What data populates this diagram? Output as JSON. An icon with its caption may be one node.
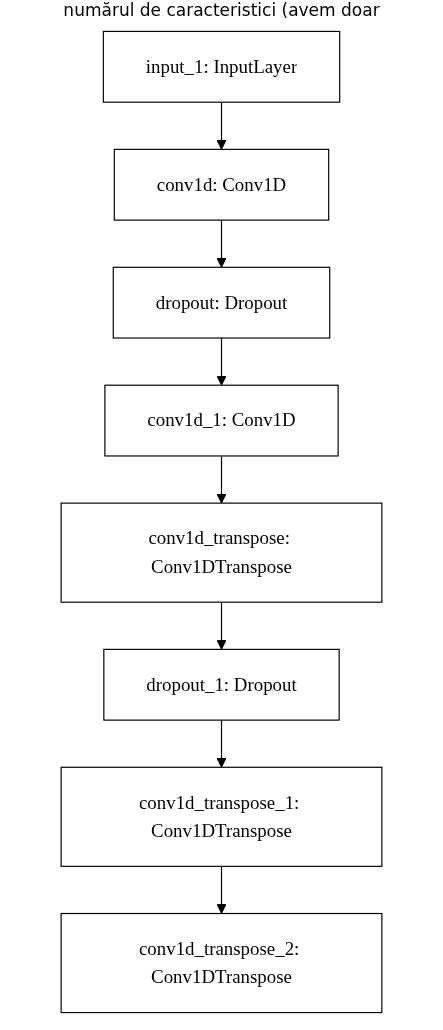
{
  "diagram": {
    "nodes": [
      {
        "text": [
          "input_1: InputLayer"
        ]
      },
      {
        "text": [
          "conv1d: Conv1D"
        ]
      },
      {
        "text": [
          "dropout: Dropout"
        ]
      },
      {
        "text": [
          "conv1d_1: Conv1D"
        ]
      },
      {
        "text": [
          "conv1d_transpose: Conv1DTranspose"
        ]
      },
      {
        "text": [
          "dropout_1: Dropout"
        ]
      },
      {
        "text": [
          "conv1d_transpose_1: Conv1DTranspose"
        ]
      },
      {
        "text": [
          "conv1d_transpose_2: Conv1DTranspose"
        ]
      }
    ],
    "edges": [
      {
        "from": 0,
        "to": 1,
        "arrow": "to"
      },
      {
        "from": 1,
        "to": 2,
        "arrow": "to"
      },
      {
        "from": 2,
        "to": 3,
        "arrow": "to"
      },
      {
        "from": 3,
        "to": 4,
        "arrow": "to"
      },
      {
        "from": 4,
        "to": 5,
        "arrow": "to"
      },
      {
        "from": 5,
        "to": 6,
        "arrow": "to"
      },
      {
        "from": 6,
        "to": 7,
        "arrow": "to"
      }
    ],
    "labels": [
      "numărul de caracteristici (avem doar"
    ]
  }
}
